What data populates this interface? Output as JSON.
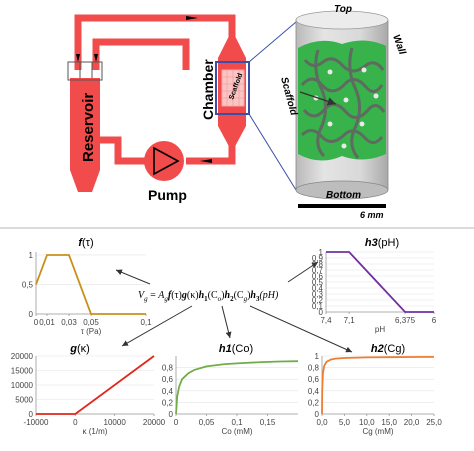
{
  "top": {
    "labels": {
      "reservoir": "Reservoir",
      "pump": "Pump",
      "chamber": "Chamber",
      "scaffold_small": "Scaffold",
      "top": "Top",
      "wall": "Wall",
      "scaffold": "Scaffold",
      "bottom": "Bottom",
      "scale": "6 mm"
    },
    "colors": {
      "circuit": "#f14b4b",
      "scaffold": "#38b24a",
      "cylinder": "#d6d6d6",
      "chamber_box": "#3a4fa8"
    }
  },
  "equation": {
    "V": "V",
    "V_sub": "g",
    "eq": " = ",
    "A": "A",
    "A_sub": "g",
    "f": "f",
    "f_arg": "(τ)",
    "g": "g",
    "g_arg": "(κ)",
    "h1": "h",
    "h1_sub": "1",
    "h1_arg": "(C",
    "h1_arg_sub": "o",
    "h1_close": ")",
    "h2": "h",
    "h2_sub": "2",
    "h2_arg": "(C",
    "h2_arg_sub": "g",
    "h2_close": ")",
    "h3": "h",
    "h3_sub": "3",
    "h3_arg": "(pH)"
  },
  "chart_data": [
    {
      "id": "f",
      "type": "line",
      "title_fn": "f",
      "title_arg": "(τ)",
      "x": [
        0,
        0.01,
        0.03,
        0.05,
        0.1
      ],
      "y": [
        0.5,
        1,
        1,
        0,
        0
      ],
      "xlabel": "τ (Pa)",
      "xticks": [
        "0",
        "0,01",
        "0,03",
        "0,05",
        "0,1"
      ],
      "xtick_values": [
        0,
        0.01,
        0.03,
        0.05,
        0.1
      ],
      "yticks": [
        "0",
        "0,5",
        "1"
      ],
      "ytick_values": [
        0,
        0.5,
        1
      ],
      "xlim": [
        0,
        0.1
      ],
      "ylim": [
        0,
        1.05
      ],
      "color": "#c9901a"
    },
    {
      "id": "h3",
      "type": "line",
      "title_fn": "h3",
      "title_arg": "(pH)",
      "x": [
        7.4,
        7.1,
        6.375,
        6
      ],
      "y": [
        1,
        1,
        0,
        0
      ],
      "xlabel": "pH",
      "xticks": [
        "7,4",
        "7,1",
        "6,375",
        "6"
      ],
      "xtick_values": [
        7.4,
        7.1,
        6.375,
        6
      ],
      "yticks": [
        "0",
        "0,1",
        "0,2",
        "0,3",
        "0,4",
        "0,5",
        "0,6",
        "0,7",
        "0,8",
        "0,9",
        "1"
      ],
      "ytick_values": [
        0,
        0.1,
        0.2,
        0.3,
        0.4,
        0.5,
        0.6,
        0.7,
        0.8,
        0.9,
        1
      ],
      "xlim": [
        7.4,
        6
      ],
      "ylim": [
        0,
        1
      ],
      "color": "#7030a0"
    },
    {
      "id": "g",
      "type": "line",
      "title_fn": "g",
      "title_arg": "(κ)",
      "x": [
        -10000,
        0,
        20000
      ],
      "y": [
        0,
        0,
        20000
      ],
      "xlabel": "κ (1/m)",
      "xticks": [
        "-10000",
        "0",
        "10000",
        "20000"
      ],
      "xtick_values": [
        -10000,
        0,
        10000,
        20000
      ],
      "yticks": [
        "0",
        "5000",
        "10000",
        "15000",
        "20000"
      ],
      "ytick_values": [
        0,
        5000,
        10000,
        15000,
        20000
      ],
      "xlim": [
        -10000,
        20000
      ],
      "ylim": [
        0,
        20000
      ],
      "color": "#e0261b"
    },
    {
      "id": "h1",
      "type": "line",
      "title_fn": "h1",
      "title_arg": "(Co)",
      "x": [
        0,
        0.002,
        0.005,
        0.01,
        0.02,
        0.03,
        0.05,
        0.08,
        0.11,
        0.14,
        0.17,
        0.2
      ],
      "y": [
        0,
        0.3,
        0.47,
        0.6,
        0.7,
        0.76,
        0.82,
        0.86,
        0.88,
        0.895,
        0.905,
        0.91
      ],
      "xlabel": "Co (mM)",
      "xticks": [
        "0",
        "0,05",
        "0,1",
        "0,15"
      ],
      "xtick_values": [
        0,
        0.05,
        0.1,
        0.15
      ],
      "yticks": [
        "0",
        "0,2",
        "0,4",
        "0,6",
        "0,8"
      ],
      "ytick_values": [
        0,
        0.2,
        0.4,
        0.6,
        0.8
      ],
      "xlim": [
        0,
        0.2
      ],
      "ylim": [
        0,
        1
      ],
      "color": "#70ad47"
    },
    {
      "id": "h2",
      "type": "line",
      "title_fn": "h2",
      "title_arg": "(Cg)",
      "x": [
        0,
        0.05,
        0.2,
        0.5,
        1,
        2,
        3,
        5,
        10,
        15,
        20,
        25
      ],
      "y": [
        0,
        0.4,
        0.7,
        0.83,
        0.9,
        0.94,
        0.955,
        0.965,
        0.975,
        0.98,
        0.982,
        0.985
      ],
      "xlabel": "Cg (mM)",
      "xticks": [
        "0,0",
        "5,0",
        "10,0",
        "15,0",
        "20,0",
        "25,0"
      ],
      "xtick_values": [
        0,
        5,
        10,
        15,
        20,
        25
      ],
      "yticks": [
        "0",
        "0,2",
        "0,4",
        "0,6",
        "0,8",
        "1"
      ],
      "ytick_values": [
        0,
        0.2,
        0.4,
        0.6,
        0.8,
        1
      ],
      "xlim": [
        0,
        25
      ],
      "ylim": [
        0,
        1
      ],
      "color": "#ed7d31"
    }
  ]
}
